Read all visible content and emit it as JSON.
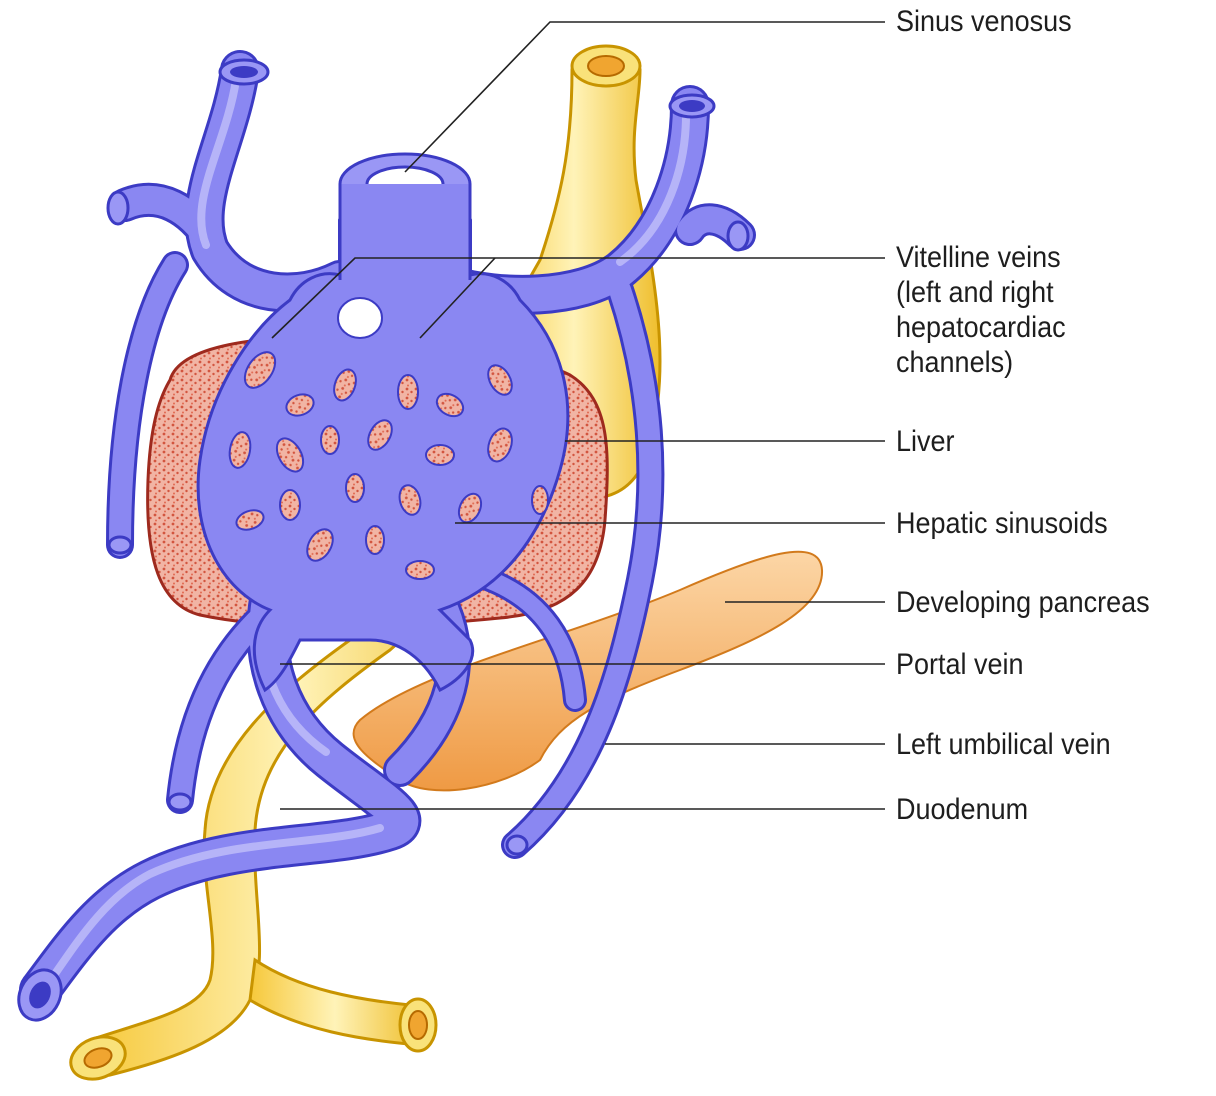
{
  "labels": {
    "sinus_venosus": "Sinus venosus",
    "vitelline_veins": [
      "Vitelline veins",
      "(left and right",
      "hepatocardiac",
      "channels)"
    ],
    "liver": "Liver",
    "hepatic_sinusoids": "Hepatic sinusoids",
    "developing_pancreas": "Developing pancreas",
    "portal_vein": "Portal vein",
    "left_umbilical_vein": "Left umbilical vein",
    "duodenum": "Duodenum"
  },
  "colors": {
    "vein": "#7b78ec",
    "vein_outline": "#3c3bc4",
    "gut": "#f5cf52",
    "gut_outline": "#c89400",
    "liver": "#eba08c",
    "liver_outline": "#9e2a1e",
    "pancreas": "#f2a24f",
    "pancreas_outline": "#d27a1c",
    "leader_line": "#222222"
  }
}
